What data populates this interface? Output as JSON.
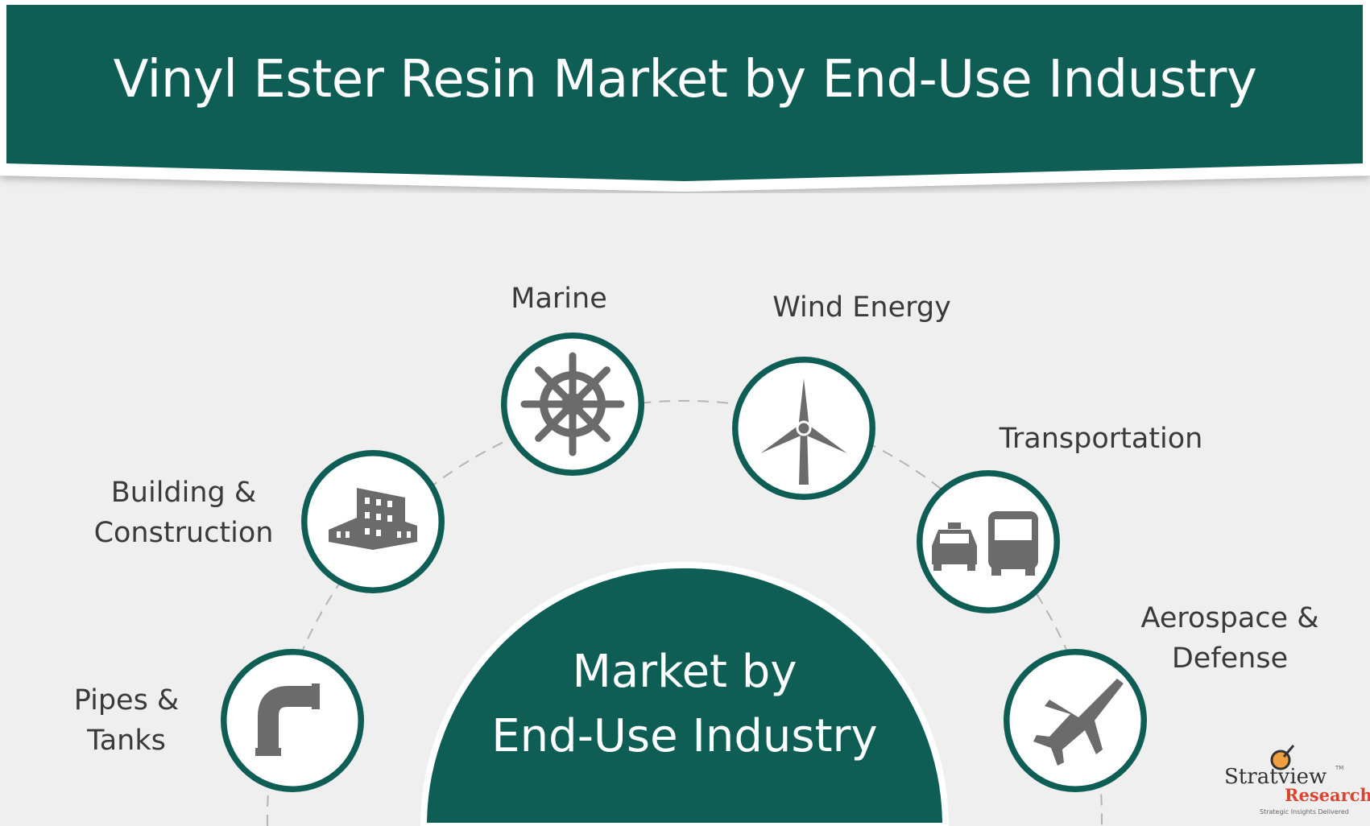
{
  "title": "Vinyl Ester Resin Market by End-Use Industry",
  "center": {
    "line1": "Market by",
    "line2": "End-Use Industry"
  },
  "segments": [
    {
      "label": "Pipes &\nTanks",
      "l1": "Pipes &",
      "l2": "Tanks",
      "icon": "pipe-elbow-icon"
    },
    {
      "l1": "Building &",
      "l2": "Construction",
      "icon": "building-icon"
    },
    {
      "l1": "Marine",
      "icon": "ship-wheel-icon"
    },
    {
      "l1": "Wind Energy",
      "icon": "wind-turbine-icon"
    },
    {
      "l1": "Transportation",
      "icon": "vehicles-icon"
    },
    {
      "l1": "Aerospace &",
      "l2": "Defense",
      "icon": "airplane-icon"
    }
  ],
  "logo": {
    "name": "Stratview",
    "sub": "Research",
    "tagline": "Strategic Insights Delivered",
    "tm": "TM"
  },
  "colors": {
    "primary": "#0f5e55",
    "icon": "#6b6b6b",
    "background": "#efefef",
    "label": "#3a3a3a",
    "logo_accent": "#d9452f"
  }
}
